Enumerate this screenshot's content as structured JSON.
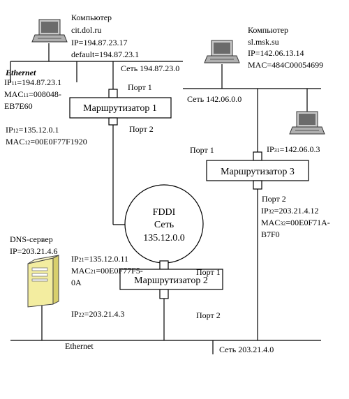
{
  "computer1": {
    "name": "Компьютер",
    "host": "cit.dol.ru",
    "ip": "IP=194.87.23.17",
    "gateway": "default=194.87.23.1"
  },
  "computer2": {
    "name": "Компьютер",
    "host": "sl.msk.su",
    "ip": "IP=142.06.13.14",
    "mac": "MAC=484C00054699"
  },
  "computer3": {
    "ip_prefix": "IP",
    "ip_sub": "31",
    "ip_value": "=142.06.0.3"
  },
  "networks": {
    "net1": "Сеть 194.87.23.0",
    "net2": "Сеть 142.06.0.0",
    "net3": "Сеть 203.21.4.0",
    "ethernet_top": "Ethernet",
    "ethernet_bottom": "Ethernet"
  },
  "router1": {
    "label": "Маршрутизатор 1",
    "port1": "Порт 1",
    "port2": "Порт 2",
    "ip11": {
      "prefix": "IP",
      "sub": "11",
      "value": "=194.87.23.1"
    },
    "mac11": {
      "prefix": "MAC",
      "sub": "11",
      "value": "=008048-",
      "cont": "EB7E60"
    },
    "ip12": {
      "prefix": "IP",
      "sub": "12",
      "value": "=135.12.0.1"
    },
    "mac12": {
      "prefix": "MAC",
      "sub": "12",
      "value": "=00E0F77F1920"
    }
  },
  "router2": {
    "label": "Маршрутизатор 2",
    "port1": "Порт 1",
    "port2": "Порт 2",
    "ip21": {
      "prefix": "IP",
      "sub": "21",
      "value": "=135.12.0.11"
    },
    "mac21": {
      "prefix": "MAC",
      "sub": "21",
      "value": "=00E0F77F5-",
      "cont": "0A"
    },
    "ip22": {
      "prefix": "IP",
      "sub": "22",
      "value": "=203.21.4.3"
    }
  },
  "router3": {
    "label": "Маршрутизатор 3",
    "port1": "Порт 1",
    "port2": "Порт 2",
    "ip32": {
      "prefix": "IP",
      "sub": "32",
      "value": "=203.21.4.12"
    },
    "mac32": {
      "prefix": "MAC",
      "sub": "32",
      "value": "=00E0F71A-",
      "cont": "B7F0"
    }
  },
  "fddi": {
    "line1": "FDDI",
    "line2": "Сеть",
    "line3": "135.12.0.0"
  },
  "dns": {
    "name": "DNS-сервер",
    "ip": "IP=203.21.4.6"
  },
  "icons": {
    "computer": "laptop-icon",
    "server": "server-tower-icon"
  }
}
